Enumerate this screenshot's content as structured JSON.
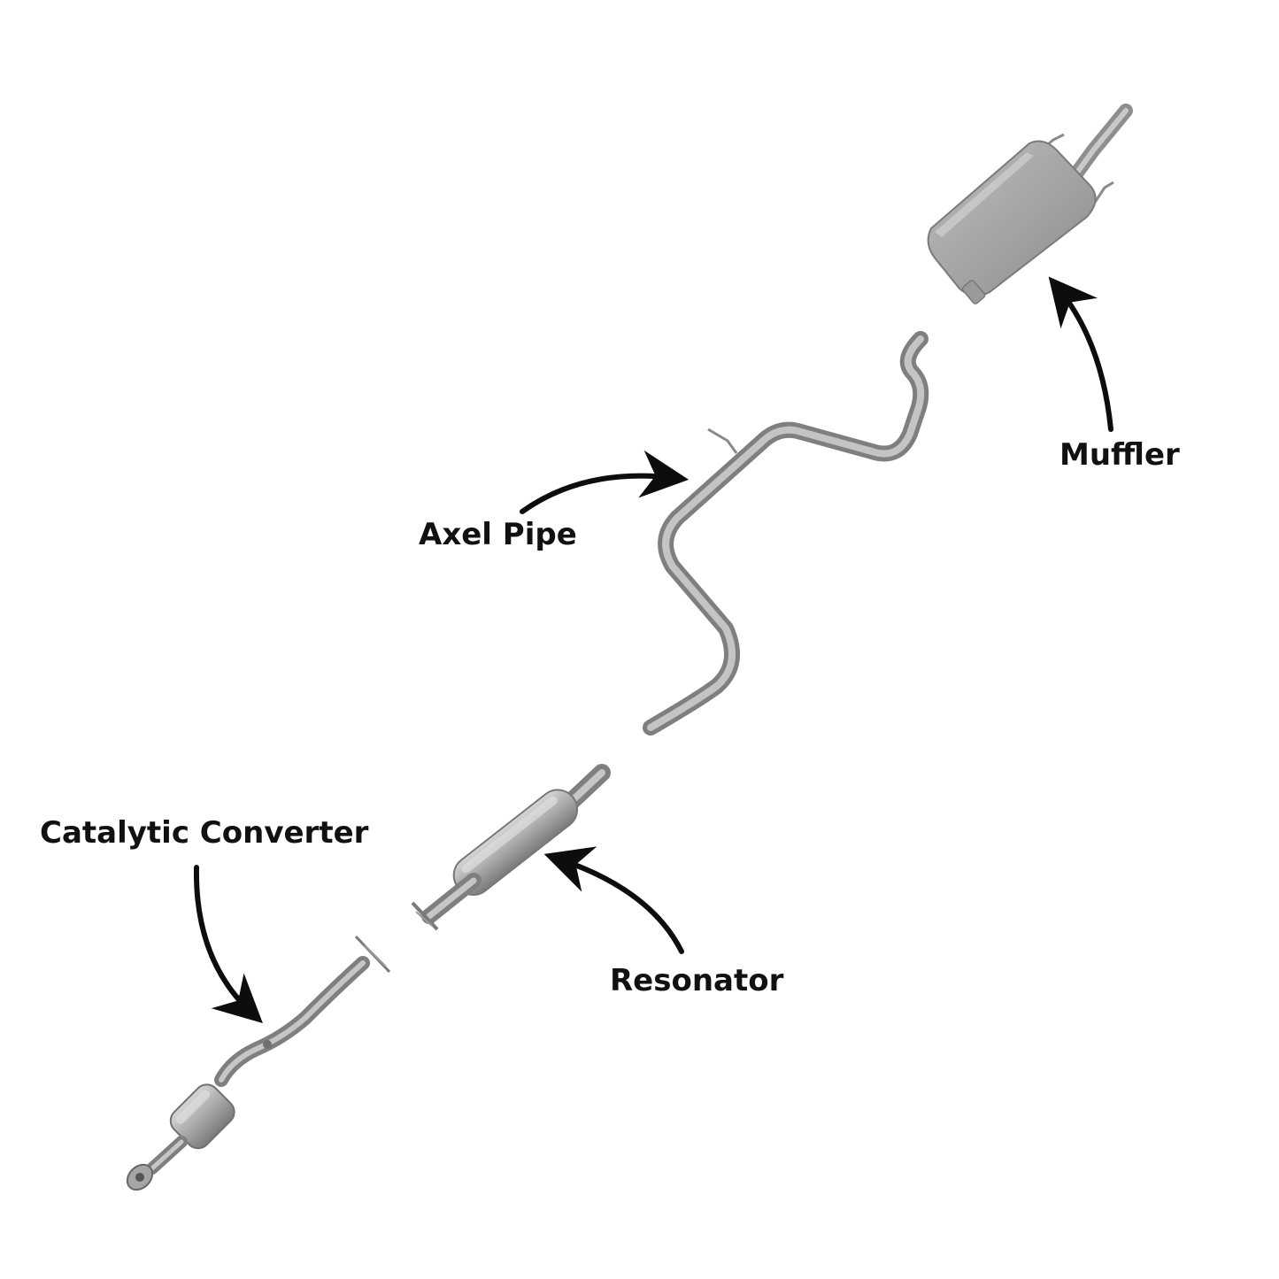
{
  "labels": {
    "muffler": "Muffler",
    "axel_pipe": "Axel Pipe",
    "catalytic_converter": "Catalytic Converter",
    "resonator": "Resonator"
  },
  "colors": {
    "metal": "#a8a8a8",
    "metal_dark": "#7d7d7d",
    "metal_light": "#d2d2d2",
    "arrow": "#0d0d0d",
    "text": "#111111"
  }
}
